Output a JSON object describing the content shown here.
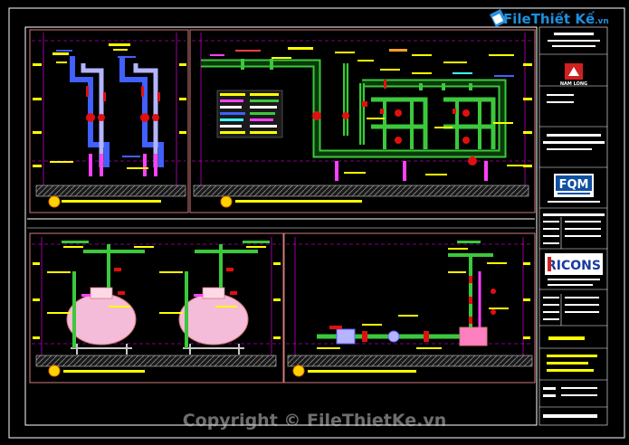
{
  "watermark": {
    "logo_pre": "File",
    "logo_main": "Thiết Kế",
    "logo_suffix": ".vn",
    "copyright": "Copyright © FileThietKe.vn"
  },
  "title_block": {
    "logo_1_caption": "NAM LONG",
    "logo_2": "FQM",
    "logo_3": "RICONS"
  },
  "colors": {
    "background": "#000000",
    "frame": "#ffffff",
    "pipe_green": "#3cc83c",
    "section_border": "#d27878",
    "dim_lines": "#ff00ff",
    "valve_red": "#e01010",
    "pipe_magenta": "#ff40ff",
    "label_yellow": "#ffff00",
    "note_blue": "#4060ff"
  }
}
